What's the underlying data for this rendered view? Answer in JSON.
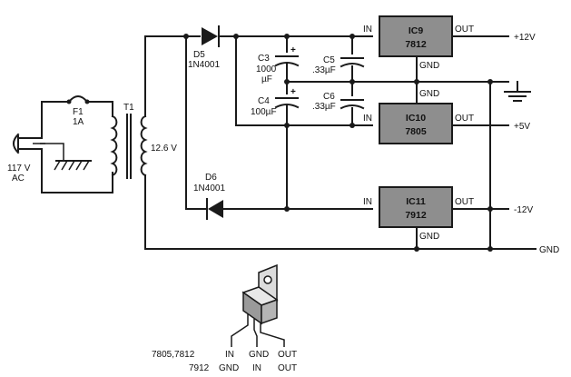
{
  "input": {
    "voltage": "117 V",
    "type": "AC"
  },
  "fuse": {
    "ref": "F1",
    "rating": "1A"
  },
  "transformer": {
    "ref": "T1",
    "secondary": "12.6 V"
  },
  "diodes": [
    {
      "ref": "D5",
      "part": "1N4001"
    },
    {
      "ref": "D6",
      "part": "1N4001"
    }
  ],
  "capacitors": [
    {
      "ref": "C3",
      "value_line1": "1000",
      "value_line2": "µF",
      "polarity": "+"
    },
    {
      "ref": "C4",
      "value": "100µF",
      "polarity": "+"
    },
    {
      "ref": "C5",
      "value": ".33µF"
    },
    {
      "ref": "C6",
      "value": ".33µF"
    }
  ],
  "regulators": [
    {
      "ref": "IC9",
      "part": "7812",
      "in": "IN",
      "out": "OUT",
      "gnd": "GND",
      "output": "+12V"
    },
    {
      "ref": "IC10",
      "part": "7805",
      "in": "IN",
      "out": "OUT",
      "gnd": "GND",
      "output": "+5V"
    },
    {
      "ref": "IC11",
      "part": "7912",
      "in": "IN",
      "out": "OUT",
      "gnd": "GND",
      "output": "-12V"
    }
  ],
  "ground_rail": "GND",
  "pinout": {
    "row1_label": "7805,7812",
    "row1_pins": [
      "IN",
      "GND",
      "OUT"
    ],
    "row2_label": "7912",
    "row2_pins": [
      "GND",
      "IN",
      "OUT"
    ]
  }
}
